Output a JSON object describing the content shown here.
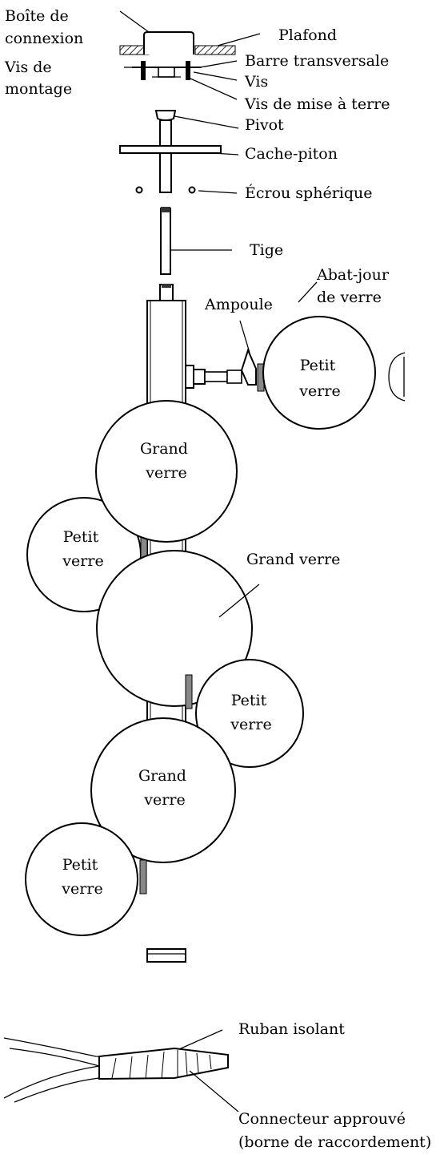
{
  "labels": {
    "junction_box": [
      "Boîte de",
      "connexion"
    ],
    "ceiling": "Plafond",
    "mounting_screws": [
      "Vis de",
      "montage"
    ],
    "crossbar": "Barre transversale",
    "screws": "Vis",
    "ground_screw": "Vis de mise à terre",
    "pivot": "Pivot",
    "canopy": "Cache-piton",
    "ball_nut": "Écrou sphérique",
    "rod": "Tige",
    "bulb": "Ampoule",
    "glass_shade": [
      "Abat-jour",
      "de verre"
    ],
    "small_glass_1": [
      "Petit",
      "verre"
    ],
    "large_glass_1": [
      "Grand",
      "verre"
    ],
    "small_glass_2": [
      "Petit",
      "verre"
    ],
    "large_glass_2": "Grand verre",
    "small_glass_3": [
      "Petit",
      "verre"
    ],
    "large_glass_3": [
      "Grand",
      "verre"
    ],
    "small_glass_4": [
      "Petit",
      "verre"
    ],
    "insulating_tape": "Ruban isolant",
    "connector": [
      "Connecteur approuvé",
      "(borne de raccordement)"
    ]
  }
}
